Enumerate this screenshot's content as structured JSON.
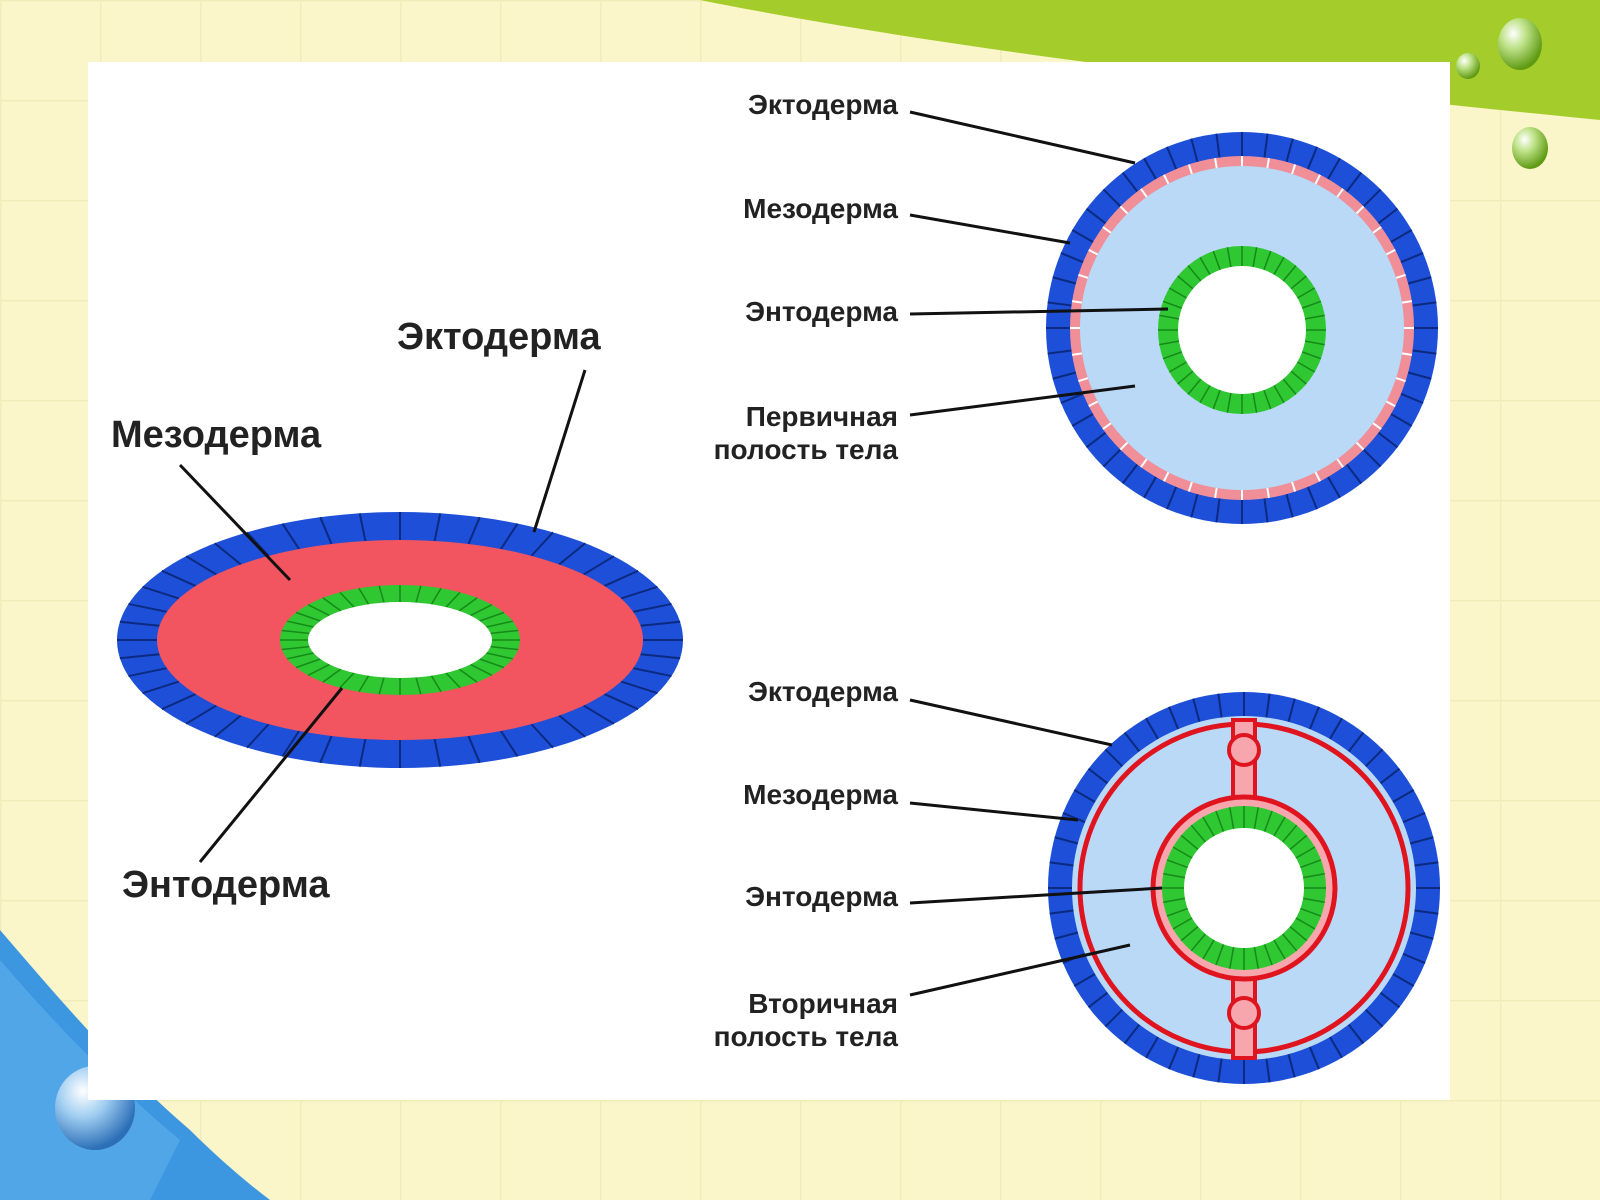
{
  "diagram": {
    "acoelomate": {
      "ectoderm": "Эктодерма",
      "mesoderm": "Мезодерма",
      "endoderm": "Энтодерма"
    },
    "pseudocoelomate": {
      "ectoderm": "Эктодерма",
      "mesoderm": "Мезодерма",
      "endoderm": "Энтодерма",
      "cavity_line1": "Первичная",
      "cavity_line2": "полость тела"
    },
    "coelomate": {
      "ectoderm": "Эктодерма",
      "mesoderm": "Мезодерма",
      "endoderm": "Энтодерма",
      "cavity_line1": "Вторичная",
      "cavity_line2": "полость тела"
    }
  },
  "colors": {
    "ectoderm": "#1d4fd8",
    "mesoderm_fill": "#f2555f",
    "mesoderm_cells": "#f08f98",
    "endoderm": "#2fc732",
    "cavity": "#b9d9f7",
    "coelom_lining": "#e0141e",
    "slide_green": "#a4cd2b",
    "slide_blue": "#3d96e0"
  }
}
